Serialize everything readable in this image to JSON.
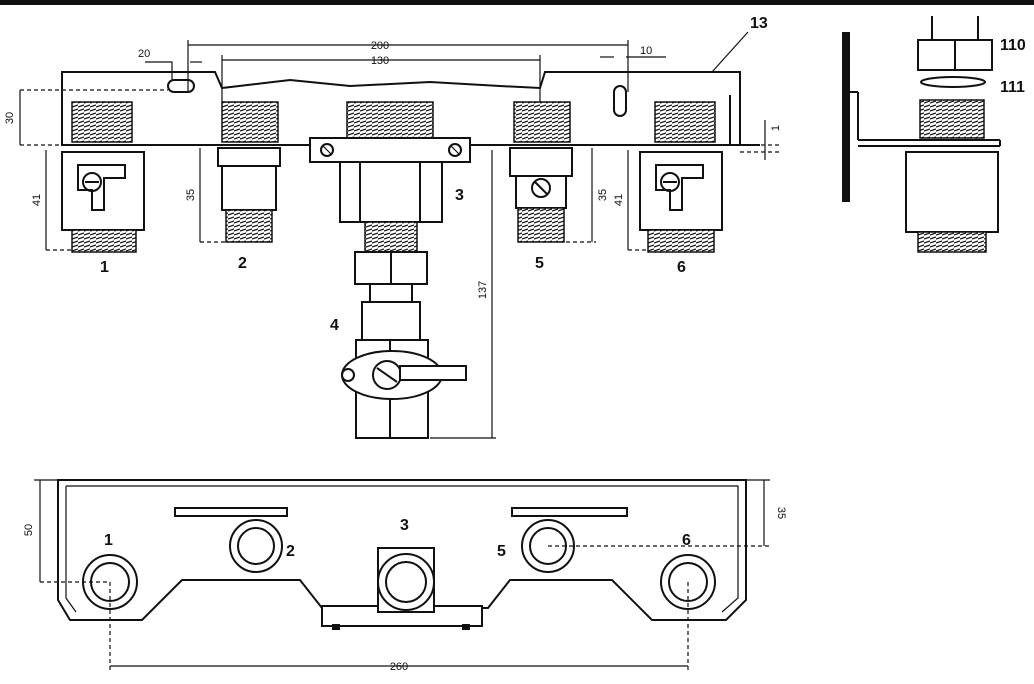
{
  "side_view": {
    "part_labels": {
      "p1": "1",
      "p2": "2",
      "p3": "3",
      "p4": "4",
      "p5": "5",
      "p6": "6",
      "p13": "13"
    },
    "dimensions": {
      "d200": "200",
      "d130": "130",
      "d20": "20",
      "d10": "10",
      "d30": "30",
      "d41_left": "41",
      "d35_left": "35",
      "d137": "137",
      "d35_right": "35",
      "d41_right": "41",
      "d1": "1"
    }
  },
  "detail_view": {
    "part_labels": {
      "p110": "110",
      "p111": "111"
    }
  },
  "bottom_view": {
    "part_labels": {
      "p1": "1",
      "p2": "2",
      "p3": "3",
      "p5": "5",
      "p6": "6"
    },
    "dimensions": {
      "d50": "50",
      "d35": "35",
      "d260": "260"
    }
  }
}
